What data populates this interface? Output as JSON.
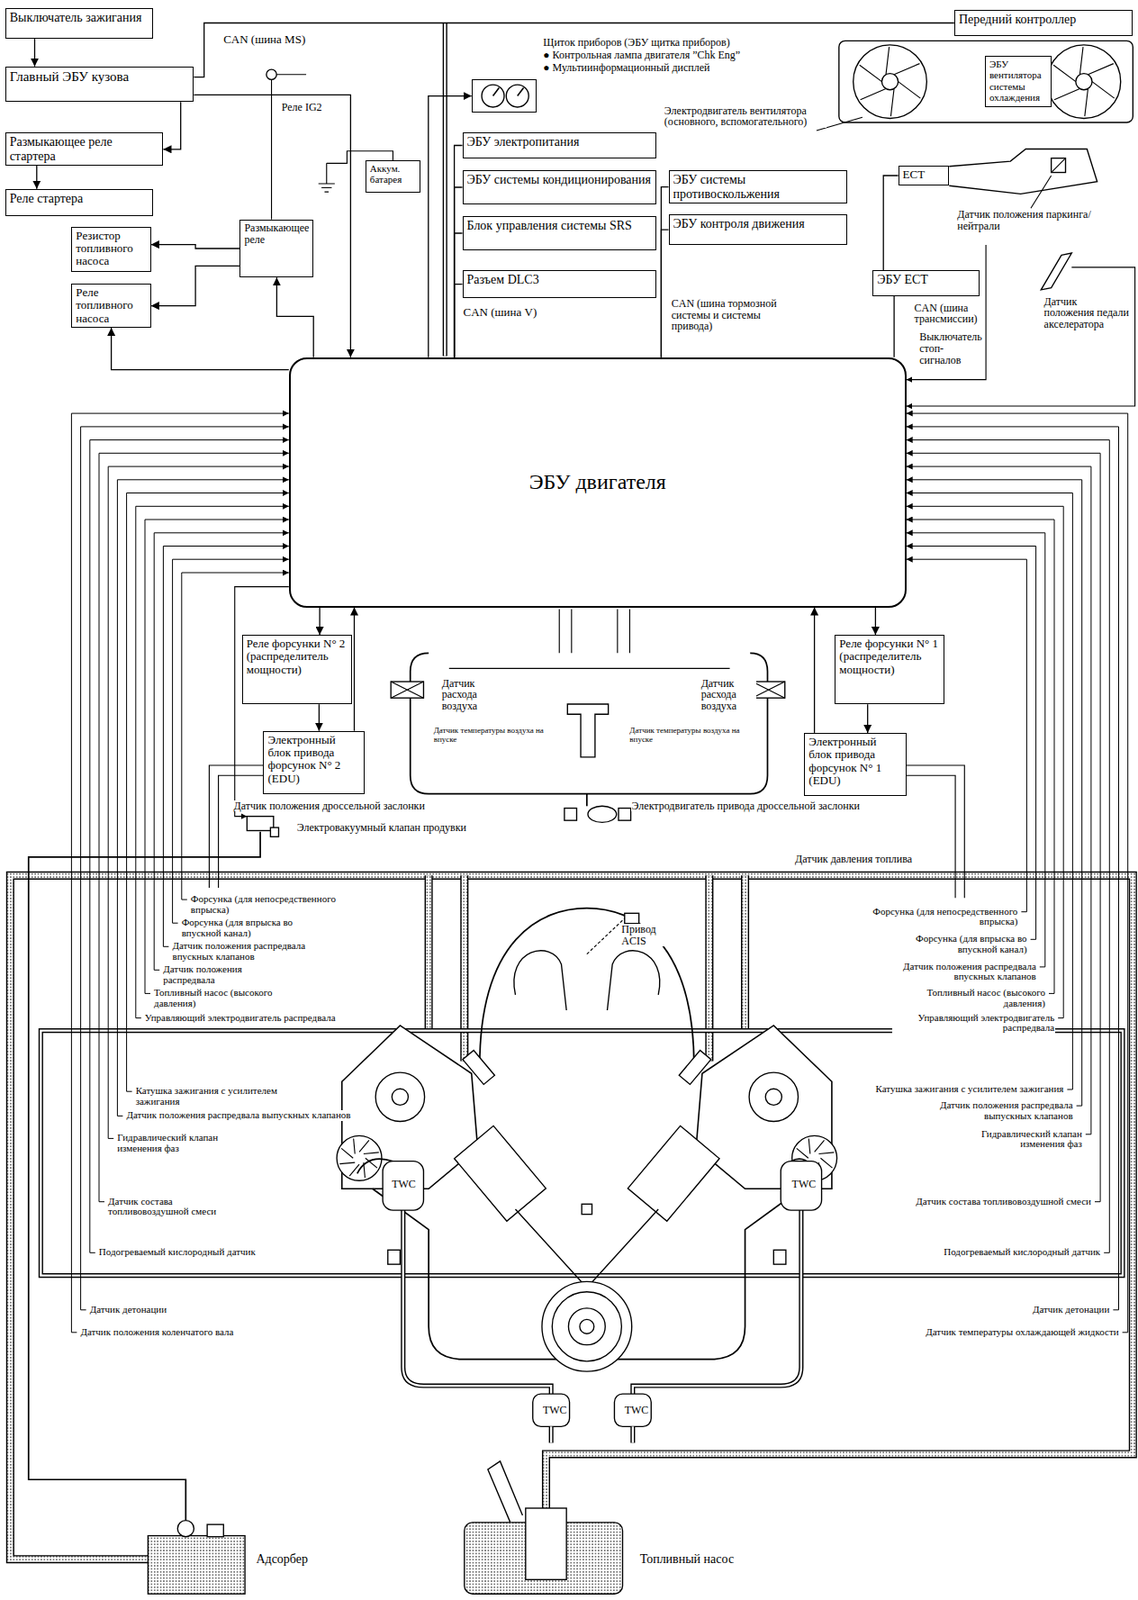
{
  "diagram": {
    "nodes": [
      {
        "text": [
          "Выключатель зажигания"
        ]
      },
      {
        "text": [
          "Главный ЭБУ кузова"
        ]
      },
      {
        "text": [
          "Размыкающее реле стартера"
        ]
      },
      {
        "text": [
          "Реле стартера"
        ]
      },
      {
        "text": [
          "Аккум. батарея"
        ]
      },
      {
        "text": [
          "Резистор топливного насоса"
        ]
      },
      {
        "text": [
          "Реле топливного насоса"
        ]
      },
      {
        "text": [
          "Размыкающее реле"
        ]
      },
      {
        "text": [
          "Щиток приборов (ЭБУ щитка приборов)",
          "● Контрольная лампа двигателя ”Chk Eng”",
          "● Мультиинформационный дисплей"
        ]
      },
      {
        "text": [
          "ЭБУ электропитания"
        ]
      },
      {
        "text": [
          "ЭБУ системы кондиционирования"
        ]
      },
      {
        "text": [
          "Блок управления системы SRS"
        ]
      },
      {
        "text": [
          "Разъем DLC3"
        ]
      },
      {
        "text": [
          "Передний контроллер"
        ]
      },
      {
        "text": [
          "ЭБУ вентилятора системы охлаждения"
        ]
      },
      {
        "text": [
          "ЭБУ системы противоскольжения"
        ]
      },
      {
        "text": [
          "ЭБУ контроля движения"
        ]
      },
      {
        "text": [
          "ECT"
        ]
      },
      {
        "text": [
          "ЭБУ ECT"
        ]
      },
      {
        "text": [
          "ЭБУ двигателя"
        ]
      },
      {
        "text": [
          "Реле форсунки N° 2 (распределитель мощности)"
        ]
      },
      {
        "text": [
          "Электронный блок привода форсунок N° 2 (EDU)"
        ]
      },
      {
        "text": [
          "Реле форсунки N° 1 (распределитель мощности)"
        ]
      },
      {
        "text": [
          "Электронный блок привода форсунок N° 1 (EDU)"
        ]
      }
    ],
    "edges": [
      {
        "from": 0,
        "to": 1,
        "arrow": "to"
      },
      {
        "from": 1,
        "to": 2,
        "arrow": "to"
      },
      {
        "from": 2,
        "to": 3,
        "arrow": "to"
      },
      {
        "from": 1,
        "to": 13,
        "arrow": "none"
      },
      {
        "from": 19,
        "to": 8,
        "arrow": "to"
      },
      {
        "from": 1,
        "to": 19,
        "arrow": "to"
      },
      {
        "from": 19,
        "to": 7,
        "arrow": "to"
      },
      {
        "from": 7,
        "to": 5,
        "arrow": "to"
      },
      {
        "from": 7,
        "to": 6,
        "arrow": "to"
      },
      {
        "from": 19,
        "to": 6,
        "arrow": "to"
      },
      {
        "from": 9,
        "to": 19,
        "arrow": "none"
      },
      {
        "from": 10,
        "to": 19,
        "arrow": "none"
      },
      {
        "from": 11,
        "to": 19,
        "arrow": "none"
      },
      {
        "from": 12,
        "to": 19,
        "arrow": "none"
      },
      {
        "from": 15,
        "to": 19,
        "arrow": "none"
      },
      {
        "from": 16,
        "to": 19,
        "arrow": "none"
      },
      {
        "from": 18,
        "to": 19,
        "arrow": "none"
      },
      {
        "from": 17,
        "to": 18,
        "arrow": "none"
      },
      {
        "from": 19,
        "to": 20,
        "arrow": "to"
      },
      {
        "from": 20,
        "to": 21,
        "arrow": "to"
      },
      {
        "from": 21,
        "to": 19,
        "arrow": "to"
      },
      {
        "from": 19,
        "to": 22,
        "arrow": "to"
      },
      {
        "from": 22,
        "to": 23,
        "arrow": "to"
      },
      {
        "from": 23,
        "to": 19,
        "arrow": "to"
      }
    ],
    "labels": [
      "CAN (шина MS)",
      "Реле IG2",
      "Электродвигатель вентилятора (основного, вспомогательного)",
      "CAN (шина V)",
      "CAN (шина тормозной системы и системы привода)",
      "CAN (шина трансмиссии)",
      "Датчик положения паркинга/нейтрали",
      "Датчик положения педали акселератора",
      "Выключатель стоп-сигналов",
      "Датчик расхода воздуха",
      "Датчик температуры воздуха на впуске",
      "Датчик расхода воздуха",
      "Датчик температуры воздуха на впуске",
      "Датчик положения дроссельной заслонки",
      "Электродвигатель привода дроссельной заслонки",
      "Электровакуумный клапан продувки",
      "Датчик давления топлива",
      "Привод ACIS",
      "Форсунка (для непосредственного впрыска)",
      "Форсунка (для впрыска во впускной канал)",
      "Датчик положения распредвала впускных клапанов",
      "Датчик положения распредвала",
      "Топливный насос (высокого давления)",
      "Управляющий электродвигатель распредвала",
      "Катушка зажигания с усилителем зажигания",
      "Датчик положения распредвала выпускных клапанов",
      "Гидравлический клапан изменения фаз",
      "Датчик состава топливовоздушной смеси",
      "TWC",
      "Подогреваемый кислородный датчик",
      "Датчик детонации",
      "Датчик положения коленчатого вала",
      "Форсунка (для непосредственного впрыска)",
      "Форсунка (для впрыска во впускной канал)",
      "Датчик положения распредвала впускных клапанов",
      "Топливный насос (высокого давления)",
      "Управляющий электродвигатель распредвала",
      "Катушка зажигания с усилителем зажигания",
      "Датчик положения распредвала выпускных клапанов",
      "Гидравлический клапан изменения фаз",
      "Датчик состава топливовоздушной смеси",
      "TWC",
      "Подогреваемый кислородный датчик",
      "Датчик детонации",
      "Датчик температуры охлаждающей жидкости",
      "TWC",
      "TWC",
      "Адсорбер",
      "Топливный насос"
    ]
  }
}
